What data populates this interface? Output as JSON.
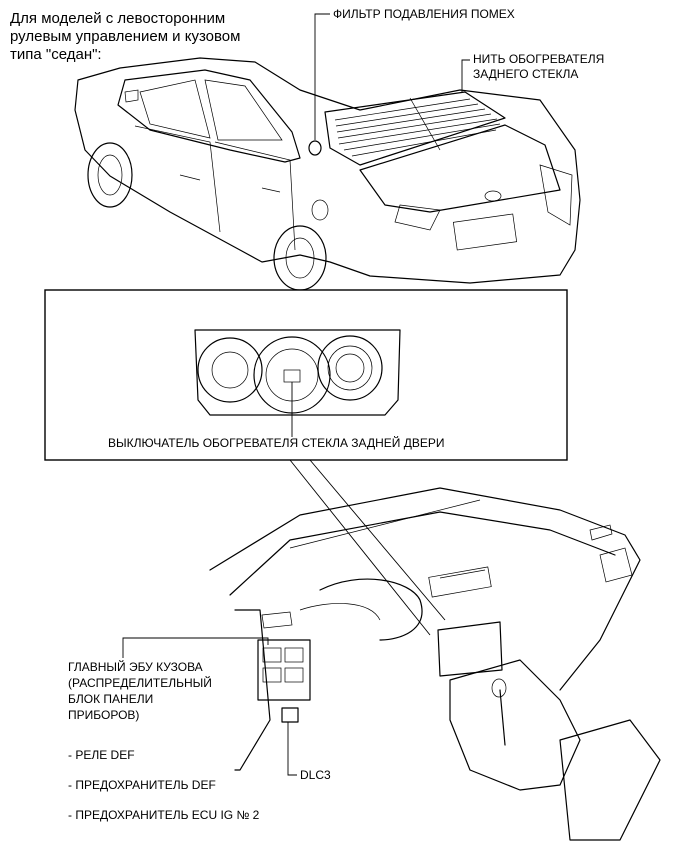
{
  "intro_lines": [
    "Для моделей с левосторонним",
    "рулевым управлением и кузовом",
    "типа \"седан\":"
  ],
  "labels": {
    "noise_filter": "ФИЛЬТР ПОДАВЛЕНИЯ ПОМЕХ",
    "heater_wire_1": "НИТЬ ОБОГРЕВАТЕЛЯ",
    "heater_wire_2": "ЗАДНЕГО СТЕКЛА",
    "switch": "ВЫКЛЮЧАТЕЛЬ ОБОГРЕВАТЕЛЯ СТЕКЛА ЗАДНЕЙ ДВЕРИ",
    "ecu_lines": [
      "ГЛАВНЫЙ ЭБУ КУЗОВА",
      "(РАСПРЕДЕЛИТЕЛЬНЫЙ",
      "БЛОК ПАНЕЛИ",
      "ПРИБОРОВ)"
    ],
    "dlc3": "DLC3",
    "items": [
      "- РЕЛЕ DEF",
      "- ПРЕДОХРАНИТЕЛЬ DEF",
      "- ПРЕДОХРАНИТЕЛЬ ECU IG № 2"
    ]
  }
}
